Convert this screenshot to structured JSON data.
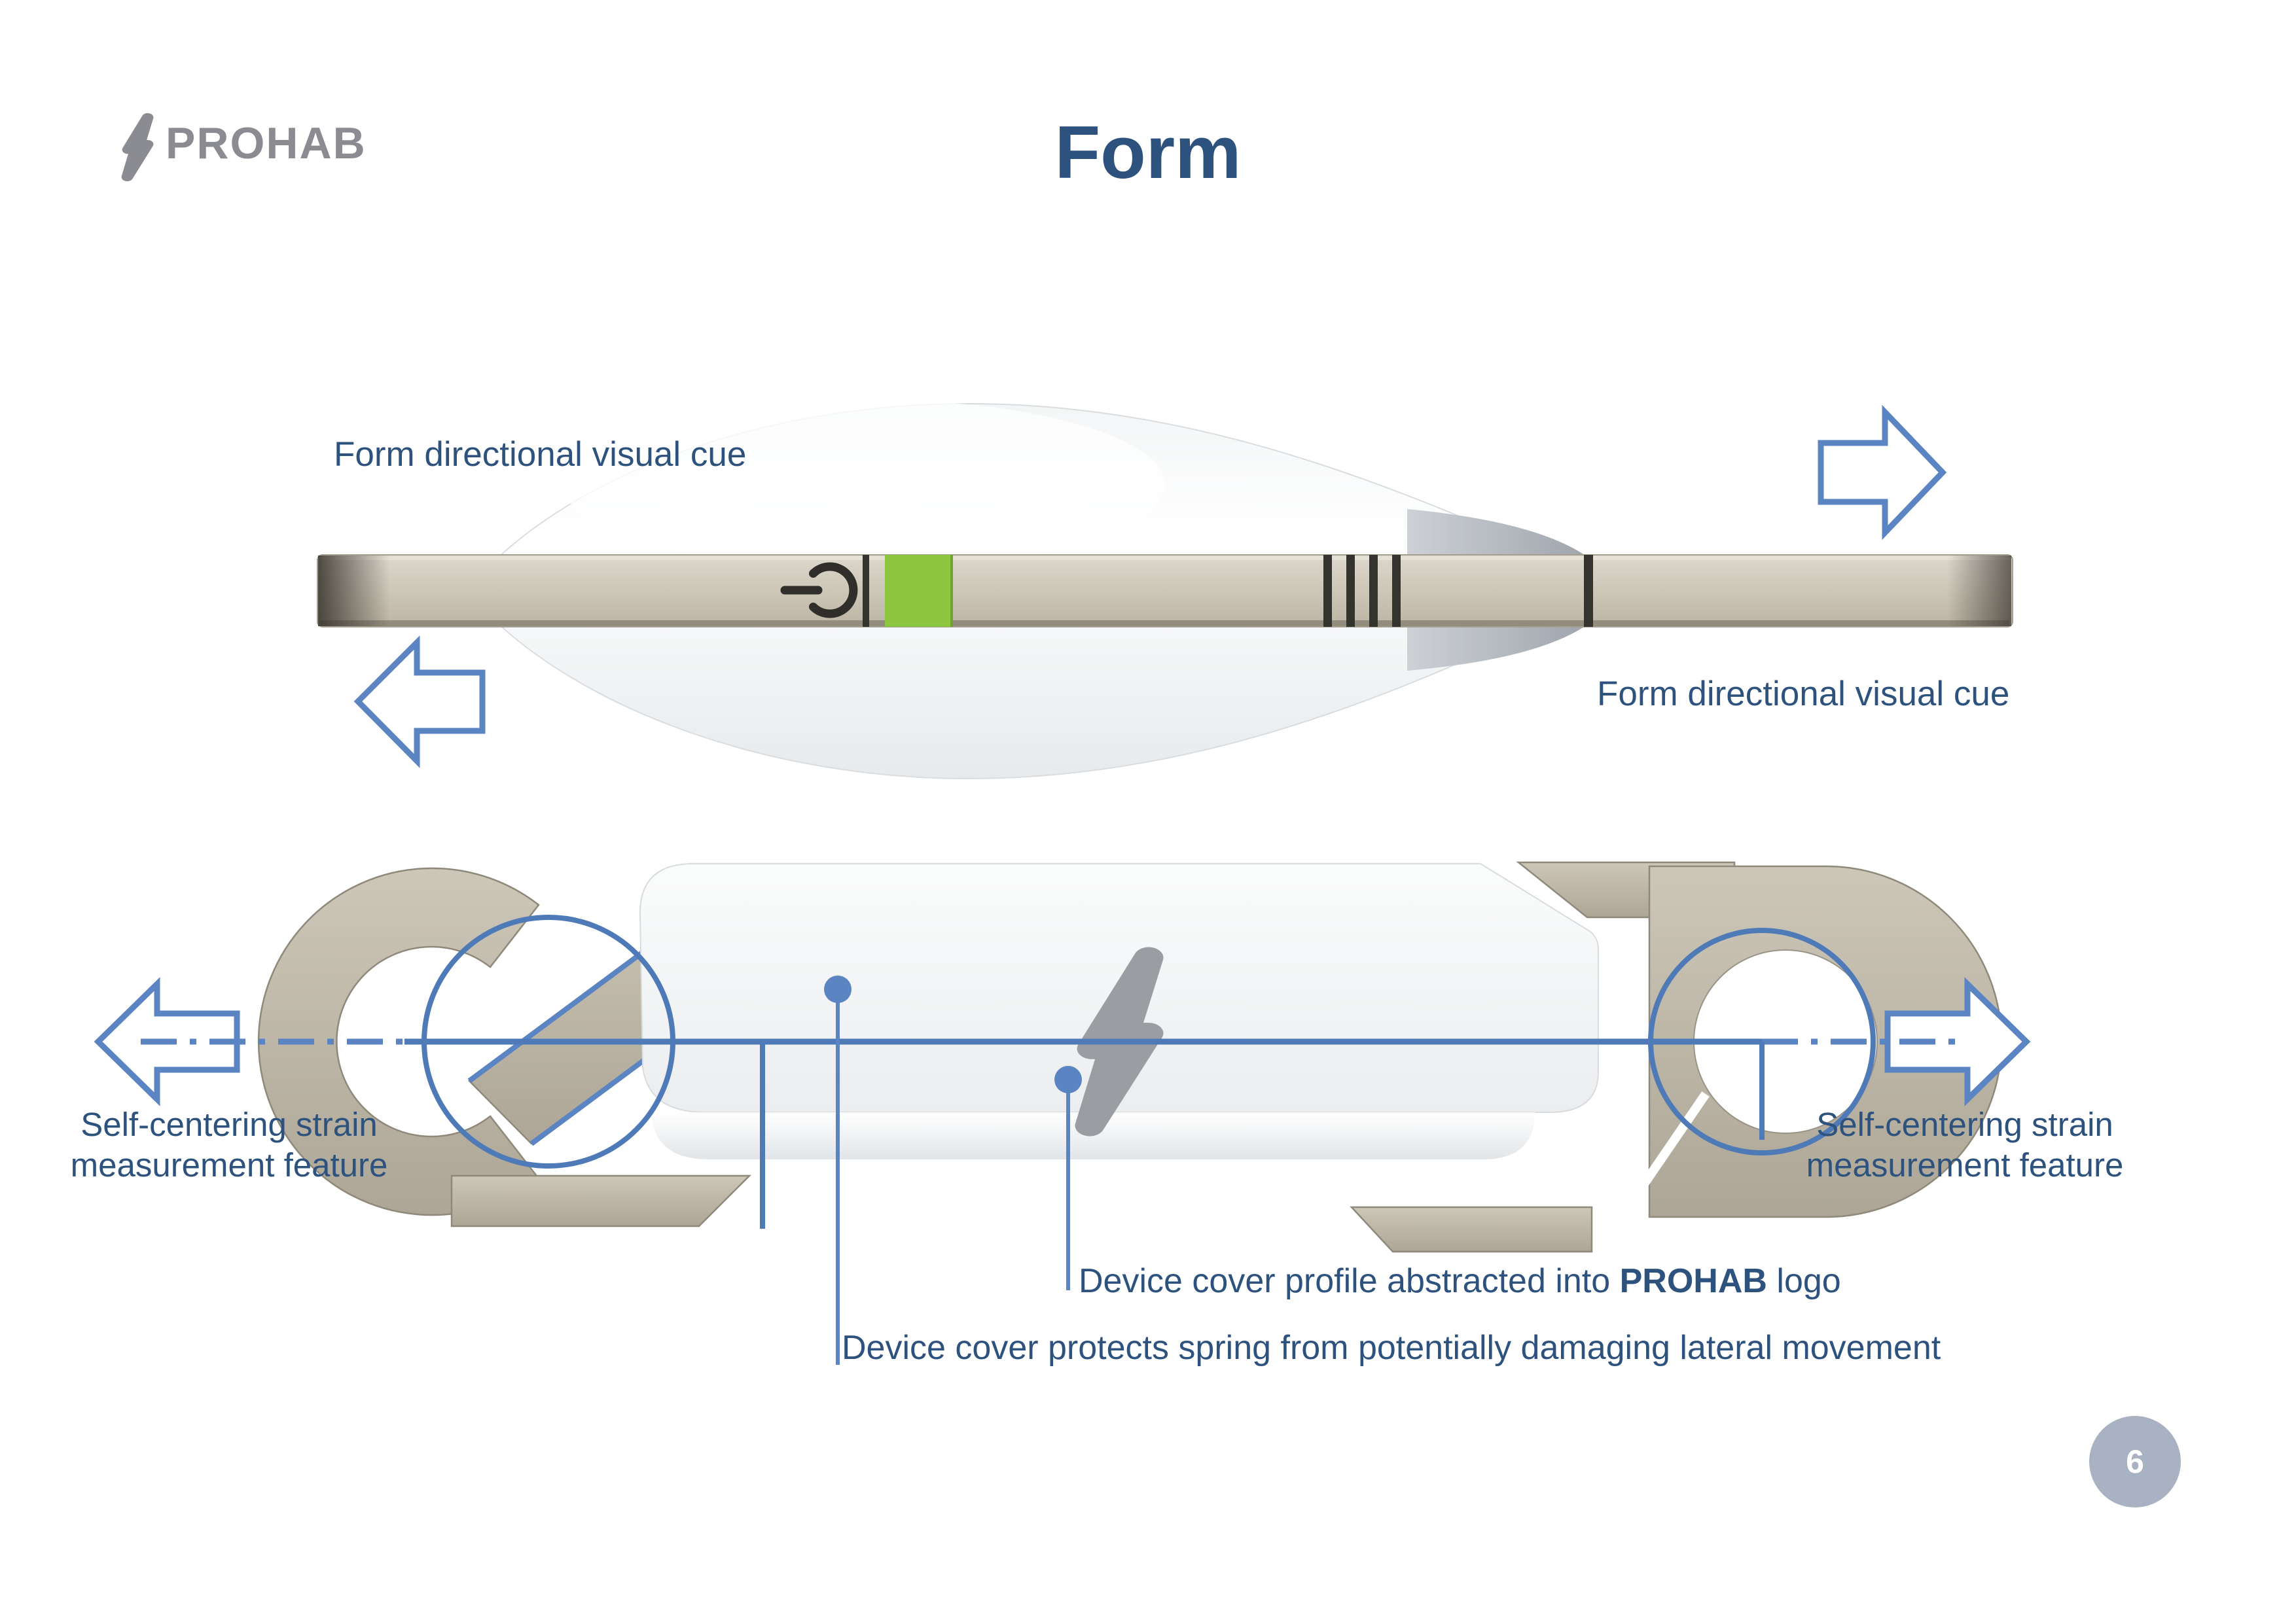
{
  "slide": {
    "title": "Form",
    "page_number": "6"
  },
  "logo": {
    "name": "PROHAB"
  },
  "annotations": {
    "top_left_cue": "Form directional visual cue",
    "top_right_cue": "Form directional visual cue",
    "self_centering_left": {
      "line1": "Self-centering strain",
      "line2": "measurement feature"
    },
    "self_centering_right": {
      "line1": "Self-centering strain",
      "line2": "measurement feature"
    },
    "cover_profile": {
      "prefix": "Device cover profile abstracted into ",
      "bold": "PROHAB",
      "suffix": " logo"
    },
    "cover_protects": "Device cover protects spring from potentially damaging lateral movement"
  },
  "device": {
    "status_light_color": "#8dc63f",
    "body_color": "#ffffff",
    "strap_color": "#c7c1b3"
  },
  "colors": {
    "accent-blue": "#5b84c2",
    "line-blue": "#4f7ab8",
    "text-blue": "#2e527e",
    "taupe": "#c7c1b3",
    "taupe-dark": "#8f897b",
    "green": "#8dc63f",
    "logo-grey": "#8b8b92",
    "bolt-grey": "#9a9da2",
    "dark-slot": "#35332e",
    "page-circle": "#a9b2c3"
  }
}
